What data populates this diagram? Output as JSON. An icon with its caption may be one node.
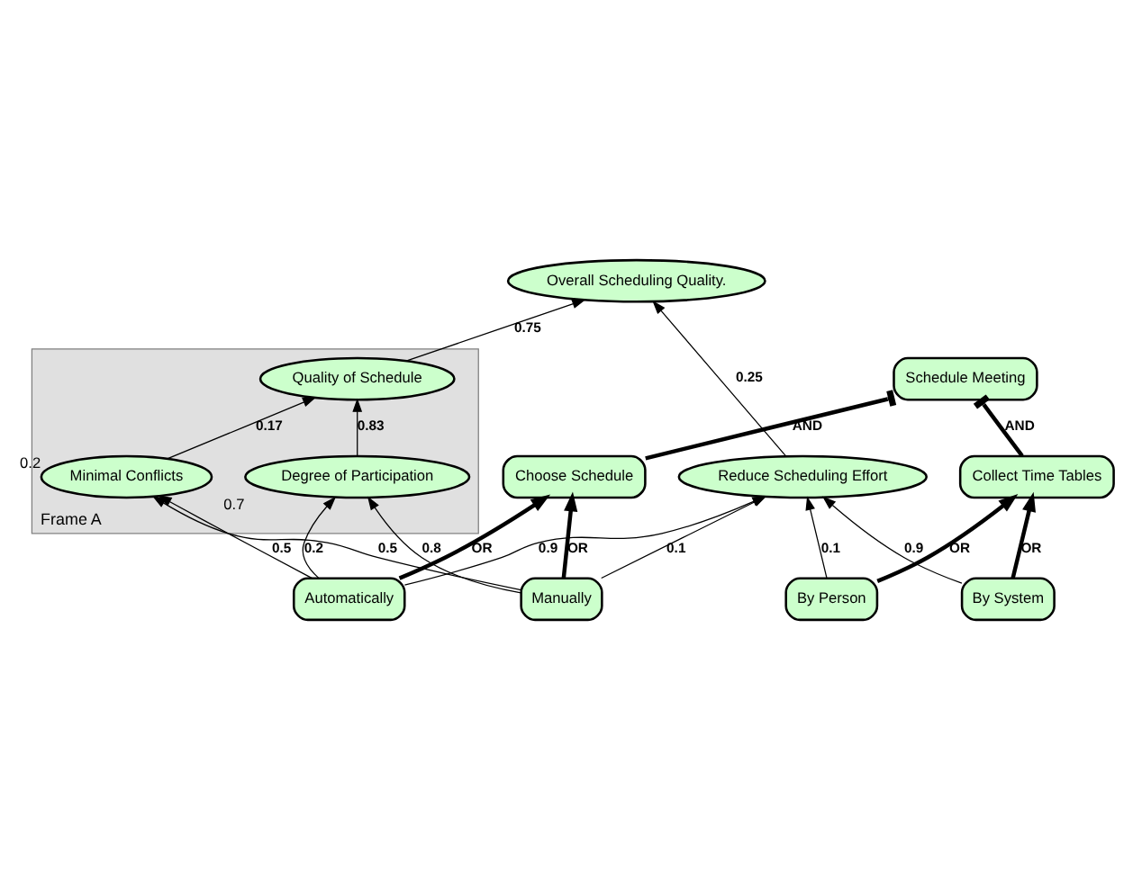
{
  "diagram": {
    "nodes": [
      {
        "text": [
          "Overall Scheduling Quality."
        ]
      },
      {
        "text": [
          "Reduce Scheduling Effort"
        ]
      },
      {
        "text": [
          "Frame A"
        ]
      },
      {
        "text": [
          "Quality of Schedule"
        ],
        "in": 2
      },
      {
        "text": [
          "Minimal Conflicts"
        ],
        "in": 2,
        "beside": [
          "0.2"
        ]
      },
      {
        "text": [
          "Degree of Participation"
        ],
        "in": 2,
        "beside": [
          "0.7"
        ]
      },
      {
        "text": [
          "Schedule Meeting"
        ]
      },
      {
        "text": [
          "Collect Time Tables"
        ]
      },
      {
        "text": [
          "Choose Schedule"
        ]
      },
      {
        "text": [
          "By Person"
        ]
      },
      {
        "text": [
          "By System"
        ]
      },
      {
        "text": [
          "Manually"
        ]
      },
      {
        "text": [
          "Automatically"
        ]
      }
    ],
    "edges": [
      {
        "from": 1,
        "to": 0,
        "arrow": "to",
        "label": "0.25"
      },
      {
        "from": 3,
        "to": 0,
        "arrow": "to",
        "label": "0.75"
      },
      {
        "from": 4,
        "to": 3,
        "arrow": "to",
        "label": "0.17"
      },
      {
        "from": 5,
        "to": 3,
        "arrow": "to",
        "label": "0.83"
      },
      {
        "from": 9,
        "to": 1,
        "arrow": "to",
        "label": "0.1"
      },
      {
        "from": 10,
        "to": 1,
        "arrow": "to",
        "label": "0.9"
      },
      {
        "from": 11,
        "to": 1,
        "arrow": "to",
        "label": "0.1"
      },
      {
        "from": 12,
        "to": 1,
        "arrow": "to",
        "label": "0.9"
      },
      {
        "from": 7,
        "to": 6,
        "arrow": "other",
        "label": "AND",
        "style": "thick"
      },
      {
        "from": 8,
        "to": 6,
        "arrow": "other",
        "label": "AND",
        "style": "thick"
      },
      {
        "from": 9,
        "to": 7,
        "arrow": "to",
        "label": "OR",
        "style": "thick"
      },
      {
        "from": 10,
        "to": 7,
        "arrow": "to",
        "label": "OR",
        "style": "thick"
      },
      {
        "from": 11,
        "to": 8,
        "arrow": "to",
        "label": "OR",
        "style": "thick"
      },
      {
        "from": 12,
        "to": 8,
        "arrow": "to",
        "label": "OR",
        "style": "thick"
      },
      {
        "from": 11,
        "to": 4,
        "arrow": "to",
        "label": "0.5"
      },
      {
        "from": 12,
        "to": 4,
        "arrow": "to",
        "label": "0.5"
      },
      {
        "from": 11,
        "to": 5,
        "arrow": "to",
        "label": "0.8"
      },
      {
        "from": 12,
        "to": 5,
        "arrow": "to",
        "label": "0.2"
      }
    ]
  }
}
